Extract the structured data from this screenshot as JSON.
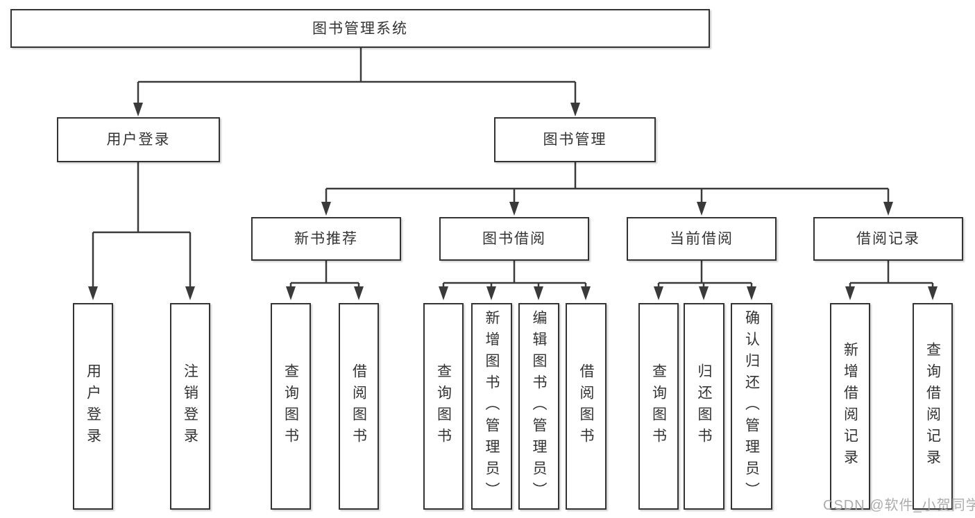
{
  "tree": {
    "root": {
      "label": "图书管理系统"
    },
    "level2": [
      {
        "label": "用户登录",
        "children": [
          "用户登录",
          "注销登录"
        ]
      },
      {
        "label": "图书管理"
      }
    ],
    "level3": [
      {
        "label": "新书推荐",
        "children": [
          "查询图书",
          "借阅图书"
        ]
      },
      {
        "label": "图书借阅",
        "children": [
          "查询图书",
          "新增图书（管理员）",
          "编辑图书（管理员）",
          "借阅图书"
        ]
      },
      {
        "label": "当前借阅",
        "children": [
          "查询图书",
          "归还图书",
          "确认归还（管理员）"
        ]
      },
      {
        "label": "借阅记录",
        "children": [
          "新增借阅记录",
          "查询借阅记录"
        ]
      }
    ]
  },
  "watermark": "CSDN @软件_小贺同学",
  "colors": {
    "line": "#3a3a3a",
    "box_border": "#333333",
    "text": "#333333",
    "watermark": "#a5a5a5",
    "background": "#ffffff"
  }
}
